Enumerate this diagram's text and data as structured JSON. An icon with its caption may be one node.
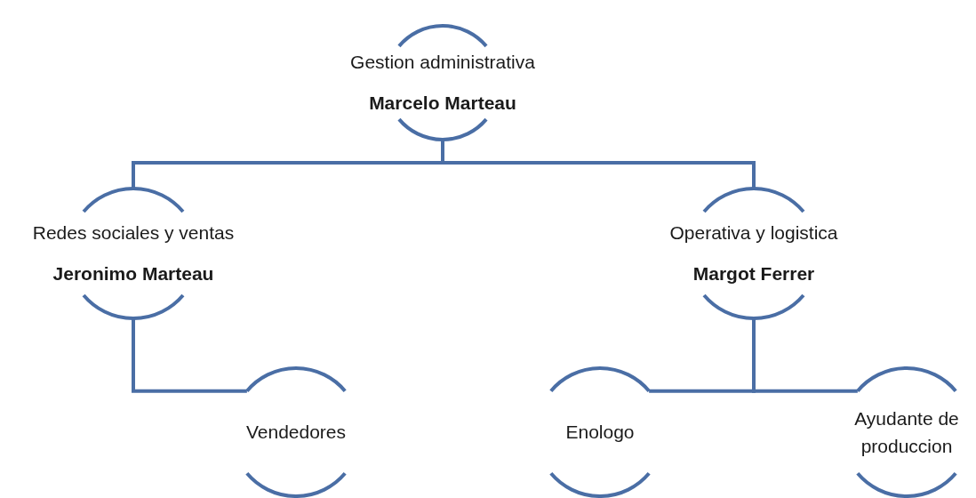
{
  "diagram": {
    "nodes": [
      {
        "text": [
          "Gestion administrativa",
          "Marcelo Marteau"
        ]
      },
      {
        "text": [
          "Redes sociales y ventas",
          "Jeronimo Marteau"
        ]
      },
      {
        "text": [
          "Operativa y logistica",
          "Margot Ferrer"
        ]
      },
      {
        "text": [
          "Vendedores"
        ]
      },
      {
        "text": [
          "Enologo"
        ]
      },
      {
        "text": [
          "Ayudante de produccion"
        ]
      }
    ],
    "edges": [
      {
        "from": 0,
        "to": 1,
        "arrow": "none"
      },
      {
        "from": 0,
        "to": 2,
        "arrow": "none"
      },
      {
        "from": 1,
        "to": 3,
        "arrow": "none"
      },
      {
        "from": 2,
        "to": 4,
        "arrow": "none"
      },
      {
        "from": 2,
        "to": 5,
        "arrow": "none"
      }
    ]
  }
}
